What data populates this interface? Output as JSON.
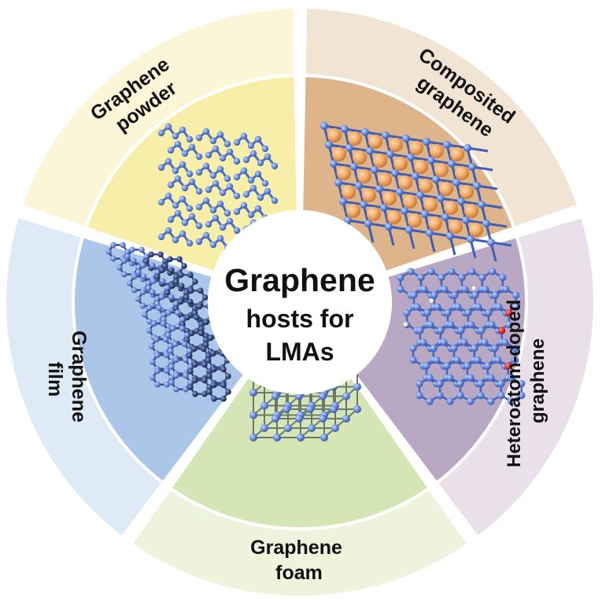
{
  "center": {
    "title": "Graphene",
    "line2": "hosts for",
    "line3": "LMAs"
  },
  "segments": [
    {
      "id": "powder",
      "lines": [
        "Graphene",
        "powder"
      ],
      "outer_color": "#fbf6d8",
      "inner_color": "#f7efa9",
      "icon": "graphene-powder-illustration"
    },
    {
      "id": "composited",
      "lines": [
        "Composited",
        "graphene"
      ],
      "outer_color": "#f1e4d3",
      "inner_color": "#deb48a",
      "icon": "composited-graphene-illustration"
    },
    {
      "id": "heteroatom",
      "lines": [
        "Heteroatom-doped",
        "graphene"
      ],
      "outer_color": "#e9e0ea",
      "inner_color": "#b8a8c4",
      "icon": "heteroatom-doped-graphene-illustration"
    },
    {
      "id": "foam",
      "lines": [
        "Graphene",
        "foam"
      ],
      "outer_color": "#eef3dc",
      "inner_color": "#d6e5b5",
      "icon": "graphene-foam-illustration"
    },
    {
      "id": "film",
      "lines": [
        "Graphene",
        "film"
      ],
      "outer_color": "#dfeaf7",
      "inner_color": "#abc6e8",
      "icon": "graphene-film-illustration"
    }
  ]
}
